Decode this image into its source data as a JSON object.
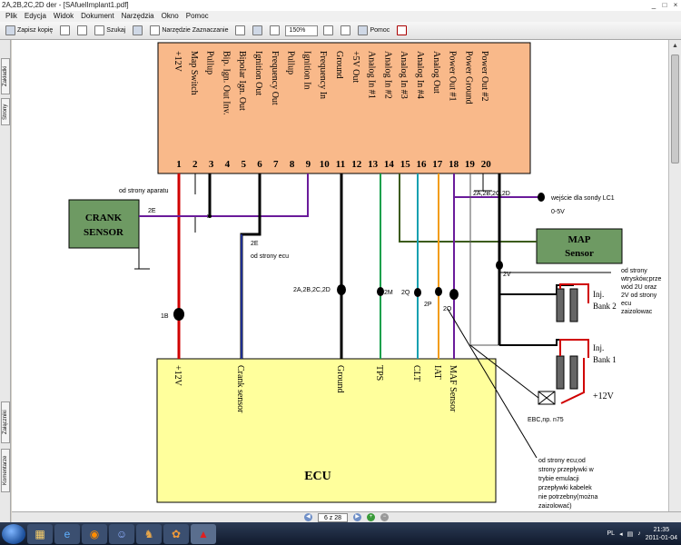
{
  "window": {
    "title_parts": [
      "2A,2B,2C,2D",
      "der - [SAfuelImplant1.pdf]"
    ],
    "controls": [
      "_",
      "□",
      "×"
    ]
  },
  "menu": [
    "Plik",
    "Edycja",
    "Widok",
    "Dokument",
    "Narzędzia",
    "Okno",
    "Pomoc"
  ],
  "toolbar": {
    "save_copy": "Zapisz kopię",
    "search": "Szukaj",
    "select_tool": "Narzędzie Zaznaczanie",
    "zoom": "150%",
    "help": "Pomoc"
  },
  "sidebar": {
    "tabs": [
      "Zakładki",
      "Strony",
      "Załączniki",
      "Komentarze"
    ]
  },
  "pagebar": {
    "page": "6 z 28"
  },
  "taskbar": {
    "lang": "PL",
    "time": "21:35",
    "date": "2011-01-04"
  },
  "diagram": {
    "connector_pins": [
      {
        "num": "1",
        "label": "+12V",
        "color": "#d00000"
      },
      {
        "num": "2",
        "label": "Map Switch",
        "color": "#000"
      },
      {
        "num": "3",
        "label": "Pullup",
        "color": "#000"
      },
      {
        "num": "4",
        "label": "Bip. Ign. Out Inv.",
        "color": "#000"
      },
      {
        "num": "5",
        "label": "Bipolar Ign. Out",
        "color": "#000"
      },
      {
        "num": "6",
        "label": "Ignition Out",
        "color": "#000"
      },
      {
        "num": "7",
        "label": "Frequency Out",
        "color": "#000"
      },
      {
        "num": "8",
        "label": "Pullup",
        "color": "#000"
      },
      {
        "num": "9",
        "label": "Ignition In",
        "color": "#000"
      },
      {
        "num": "10",
        "label": "Frequency In",
        "color": "#000"
      },
      {
        "num": "11",
        "label": "Ground",
        "color": "#000"
      },
      {
        "num": "12",
        "label": "+5V Out",
        "color": "#000"
      },
      {
        "num": "13",
        "label": "Analog In #1",
        "color": "#000"
      },
      {
        "num": "14",
        "label": "Analog In #2",
        "color": "#000"
      },
      {
        "num": "15",
        "label": "Analog In #3",
        "color": "#000"
      },
      {
        "num": "16",
        "label": "Analog In #4",
        "color": "#000"
      },
      {
        "num": "17",
        "label": "Analog Out",
        "color": "#000"
      },
      {
        "num": "18",
        "label": "Power Out #1",
        "color": "#000"
      },
      {
        "num": "19",
        "label": "Power Ground",
        "color": "#000"
      },
      {
        "num": "20",
        "label": "Power Out #2",
        "color": "#000"
      }
    ],
    "crank_sensor": "CRANK\nSENSOR",
    "map_sensor": "MAP\nSensor",
    "ecu": {
      "title": "ECU",
      "labels": [
        "+12V",
        "Crank sensor",
        "Ground",
        "TPS",
        "CLT",
        "IAT",
        "MAF Sensor"
      ]
    },
    "annotations": {
      "od_aparatu": "od strony aparatu",
      "od_ecu": "od strony ecu",
      "wejscie_lc1": "wejście dla sondy LC1",
      "v05": "0-5V",
      "od_wtryskow": [
        "od strony",
        "wtrysków;prze",
        "wód 2U oraz",
        "2V od strony",
        "ecu",
        "zaizolowac"
      ],
      "inj2": [
        "Inj.",
        "Bank 2"
      ],
      "inj1": [
        "Inj.",
        "Bank 1"
      ],
      "plus12": "+12V",
      "ebc": "EBC,np. n75",
      "bottom_note": [
        "od strony ecu;od",
        "strony przepływki w",
        "trybie emulacji",
        "przepływki kabelek",
        "nie potrzebny(można",
        "zaizolować)"
      ],
      "wire_tags": {
        "t2E": "2E",
        "t2E2": "2E",
        "t1B": "1B",
        "t2abcd": "2A,2B,2C,2D",
        "t2abcd2": "2A,2B,2C,2D",
        "t2M": "2M",
        "t2Q": "2Q",
        "t2P": "2P",
        "t2O": "2O",
        "t2V": "2V"
      }
    }
  },
  "colors": {
    "connector_fill": "#f9b98a",
    "ecu_fill": "#ffff9c",
    "crank_fill": "#6e9a63",
    "map_fill": "#6e9a63",
    "wire_red": "#d00000",
    "wire_blue": "#1f2f8f",
    "wire_purple": "#6a1b9a",
    "wire_green": "#11a04b",
    "wire_orange": "#f39c12",
    "wire_teal": "#14a0b0",
    "wire_olive": "#3b5b1a"
  }
}
